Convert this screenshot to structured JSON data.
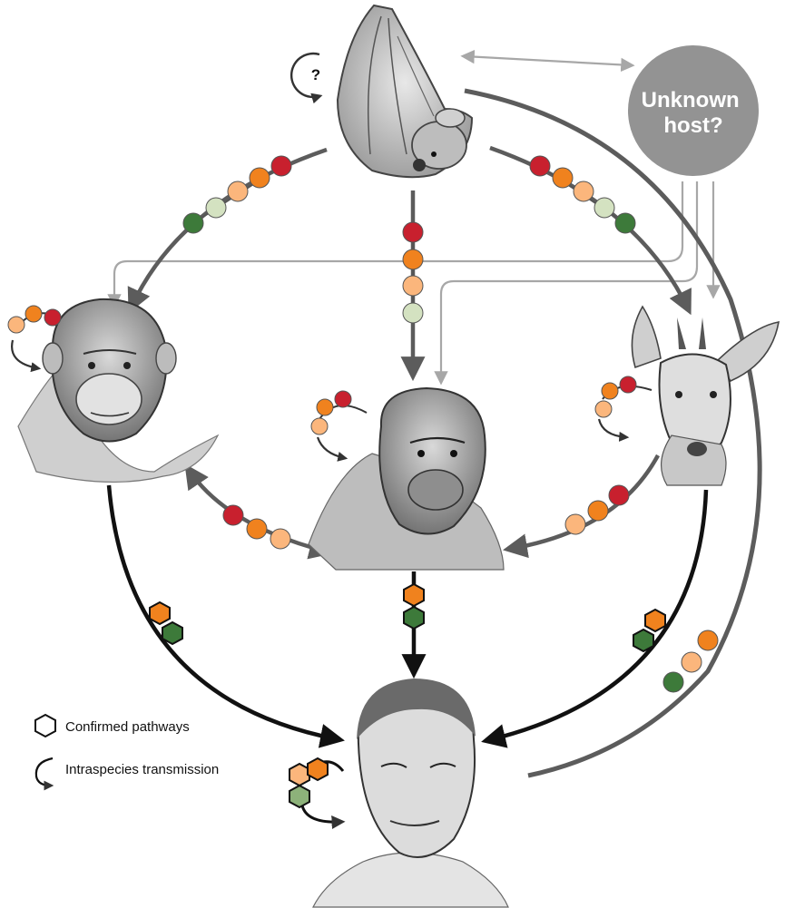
{
  "unknown_host_label": [
    "Unknown",
    "host?"
  ],
  "question_mark": "?",
  "legend": {
    "confirmed": "Confirmed pathways",
    "intraspecies": "Intraspecies transmission"
  },
  "hosts": [
    "bat",
    "chimpanzee",
    "gorilla",
    "duiker",
    "human"
  ],
  "colors": {
    "red": "#c8202e",
    "orange": "#f0821e",
    "peach": "#fbb67c",
    "pale_green": "#d4e2c1",
    "dark_green": "#3d7a3a",
    "mid_green": "#8db27a",
    "gray_arrow": "#5c5c5c",
    "light_gray_line": "#a7a7a7",
    "black_arrow": "#111111",
    "unknown_circle": "#939393"
  }
}
